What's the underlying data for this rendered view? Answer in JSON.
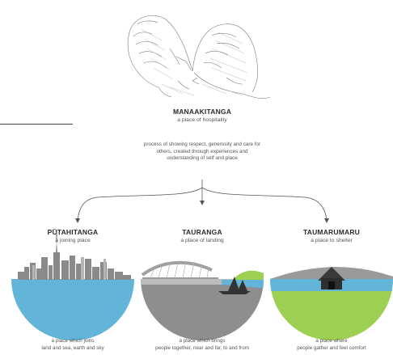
{
  "main": {
    "title": "MANAAKITANGA",
    "subtitle": "a place of hospitality",
    "description_lines": [
      "process of showing respect, generosity and care for",
      "others, created through experiences and",
      "understanding of self and place"
    ]
  },
  "branches": [
    {
      "title": "PŪTAHITANGA",
      "subtitle": "a joining place",
      "caption_lines": [
        "a place which joins",
        "land and sea, earth and sky"
      ]
    },
    {
      "title": "TAURANGA",
      "subtitle": "a place of landing",
      "caption_lines": [
        "a place which brings",
        "people together, near and far, to and from"
      ]
    },
    {
      "title": "TAUMARUMARU",
      "subtitle": "a place to shelter",
      "caption_lines": [
        "a place where",
        "people gather and feel comfort"
      ]
    }
  ],
  "colors": {
    "sea": "#62b4d9",
    "grass": "#9ccf52",
    "sea_alt": "#5fb3d8",
    "city": "#8a8a8a",
    "sketch": "#777777"
  },
  "icons": [
    "hongi-sketch-illustration",
    "city-skyline-illustration",
    "harbour-bridge-waka-illustration",
    "wharenui-hill-illustration"
  ]
}
